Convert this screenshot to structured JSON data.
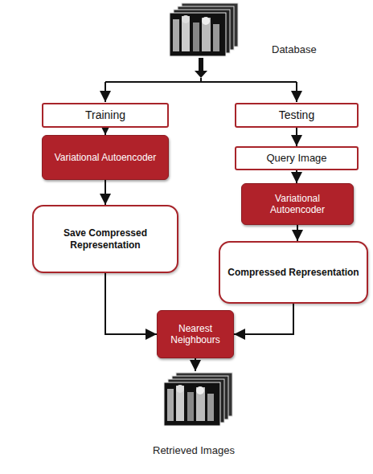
{
  "diagram": {
    "nodes": [
      {
        "text": [
          "Training"
        ]
      },
      {
        "text": [
          "Testing"
        ]
      },
      {
        "text": [
          "Variational Autoencoder"
        ]
      },
      {
        "text": [
          "Query Image"
        ]
      },
      {
        "text": [
          "Save Compressed Representation"
        ]
      },
      {
        "text": [
          "Variational Autoencoder"
        ]
      },
      {
        "text": [
          "Compressed Representation"
        ]
      },
      {
        "text": [
          "Nearest Neighbours"
        ]
      }
    ],
    "edges": [
      {
        "from": 0,
        "to": 2,
        "arrow": "to"
      },
      {
        "from": 1,
        "to": 3,
        "arrow": "to"
      },
      {
        "from": 3,
        "to": 5,
        "arrow": "to"
      },
      {
        "from": 2,
        "to": 4,
        "arrow": "to"
      },
      {
        "from": 5,
        "to": 6,
        "arrow": "to"
      },
      {
        "from": 4,
        "to": 7,
        "arrow": "to"
      },
      {
        "from": 6,
        "to": 7,
        "arrow": "to"
      }
    ],
    "labels": [
      "Database",
      "Retrieved Images"
    ]
  }
}
